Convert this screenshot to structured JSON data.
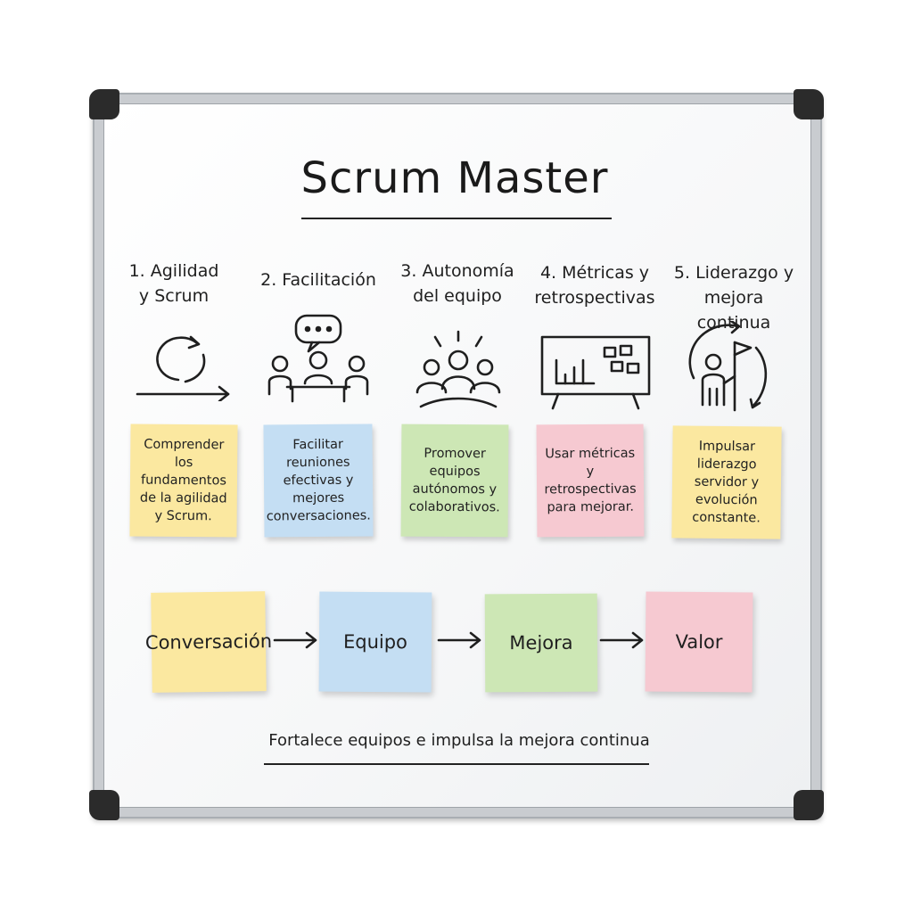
{
  "title": "Scrum Master",
  "sections": [
    {
      "heading": "1. Agilidad\ny Scrum",
      "icon": "cycle-arrow-icon",
      "note": "Comprender los\nfundamentos\nde la agilidad\ny Scrum.",
      "color": "#fbe8a0"
    },
    {
      "heading": "2. Facilitación",
      "icon": "meeting-icon",
      "note": "Facilitar\nreuniones\nefectivas y\nmejores\nconversaciones.",
      "color": "#c4def3"
    },
    {
      "heading": "3. Autonomía\ndel equipo",
      "icon": "team-icon",
      "note": "Promover\nequipos\nautónomos y\ncolaborativos.",
      "color": "#cde7b5"
    },
    {
      "heading": "4. Métricas y\nretrospectivas",
      "icon": "metrics-board-icon",
      "note": "Usar métricas\ny retrospectivas\npara mejorar.",
      "color": "#f6c9d1"
    },
    {
      "heading": "5. Liderazgo y\nmejora continua",
      "icon": "leader-flag-icon",
      "note": "Impulsar\nliderazgo\nservidor y\nevolución\nconstante.",
      "color": "#fbe8a0"
    }
  ],
  "flow": [
    "Conversación",
    "Equipo",
    "Mejora",
    "Valor"
  ],
  "footer": "Fortalece equipos e impulsa la mejora continua"
}
